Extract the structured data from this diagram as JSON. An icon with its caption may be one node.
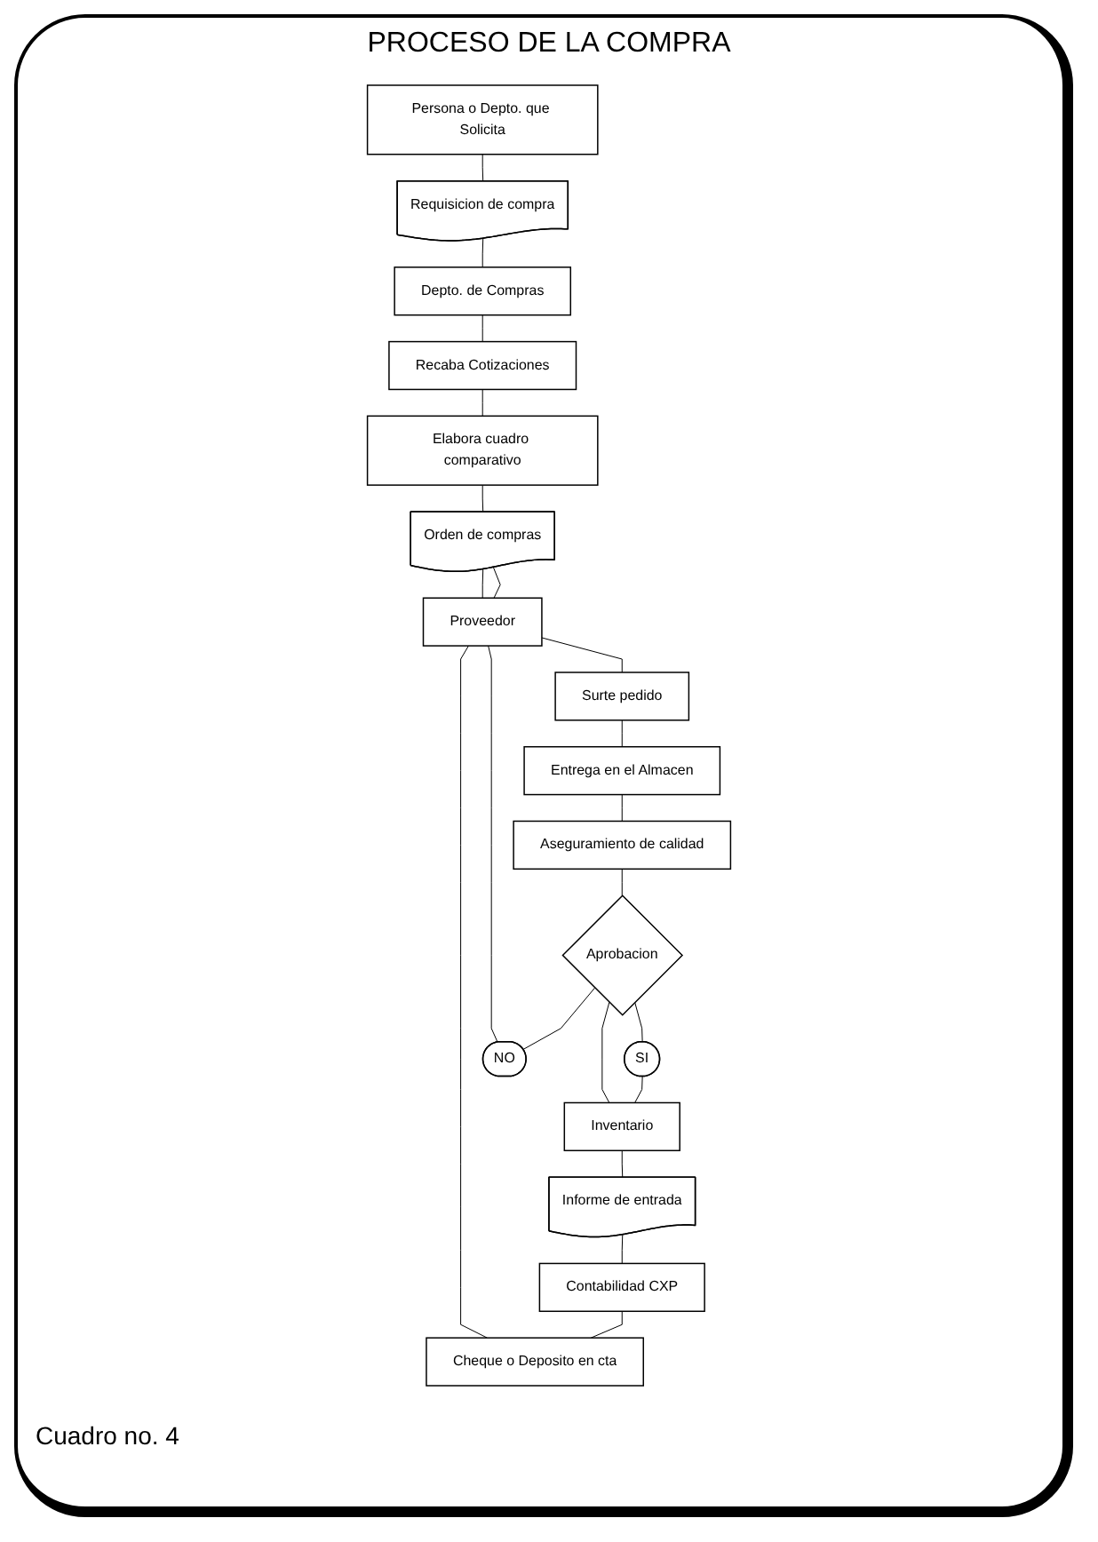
{
  "diagram": {
    "title": "PROCESO DE LA COMPRA",
    "nodes": [
      {
        "text": [
          "Persona o Depto. que Solicita"
        ]
      },
      {
        "text": [
          "Requisicion de compra"
        ]
      },
      {
        "text": [
          "Depto. de Compras"
        ]
      },
      {
        "text": [
          "Recaba Cotizaciones"
        ]
      },
      {
        "text": [
          "Elabora cuadro comparativo"
        ]
      },
      {
        "text": [
          "Orden de compras"
        ]
      },
      {
        "text": [
          "Proveedor"
        ]
      },
      {
        "text": [
          "Surte pedido"
        ]
      },
      {
        "text": [
          "Entrega en el Almacen"
        ]
      },
      {
        "text": [
          "Aseguramiento de calidad"
        ]
      },
      {
        "text": [
          "Aprobacion"
        ]
      },
      {
        "text": [
          "SI"
        ]
      },
      {
        "text": [
          "NO"
        ]
      },
      {
        "text": [
          "Inventario"
        ]
      },
      {
        "text": [
          "Informe de entrada"
        ]
      },
      {
        "text": [
          "Contabilidad CXP"
        ]
      },
      {
        "text": [
          "Cheque o Deposito en cta"
        ]
      }
    ],
    "edges": [
      {
        "from": 0,
        "to": 1,
        "arrow": "none"
      },
      {
        "from": 1,
        "to": 2,
        "arrow": "none"
      },
      {
        "from": 2,
        "to": 3,
        "arrow": "none"
      },
      {
        "from": 3,
        "to": 4,
        "arrow": "none"
      },
      {
        "from": 4,
        "to": 5,
        "arrow": "none"
      },
      {
        "from": 5,
        "to": 6,
        "arrow": "none"
      },
      {
        "from": 5,
        "to": 6,
        "arrow": "none"
      },
      {
        "from": 6,
        "to": 7,
        "arrow": "none"
      },
      {
        "from": 7,
        "to": 8,
        "arrow": "none"
      },
      {
        "from": 8,
        "to": 9,
        "arrow": "none"
      },
      {
        "from": 9,
        "to": 10,
        "arrow": "none"
      },
      {
        "from": 10,
        "to": 11,
        "arrow": "none"
      },
      {
        "from": 10,
        "to": 12,
        "arrow": "none"
      },
      {
        "from": 11,
        "to": 13,
        "arrow": "none"
      },
      {
        "from": 12,
        "to": 6,
        "arrow": "none"
      },
      {
        "from": 10,
        "to": 13,
        "arrow": "none"
      },
      {
        "from": 13,
        "to": 14,
        "arrow": "none"
      },
      {
        "from": 14,
        "to": 15,
        "arrow": "none"
      },
      {
        "from": 15,
        "to": 16,
        "arrow": "none"
      },
      {
        "from": 16,
        "to": 6,
        "arrow": "none"
      }
    ],
    "labels": [
      "Cuadro no. 4"
    ]
  }
}
